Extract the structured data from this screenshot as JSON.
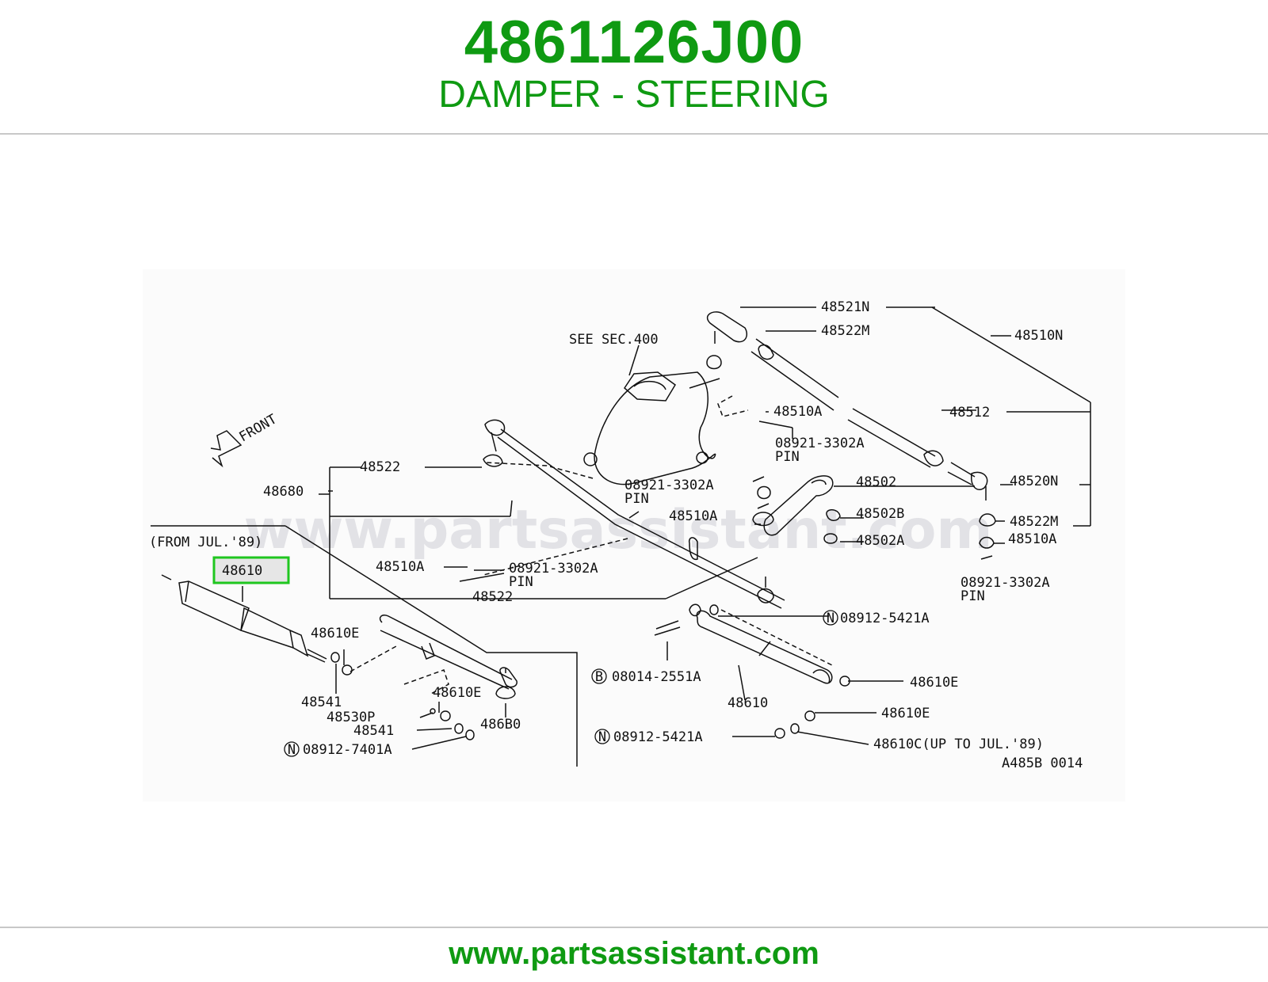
{
  "header": {
    "part_number": "4861126J00",
    "part_name": "DAMPER - STEERING"
  },
  "diagram": {
    "see_section": "SEE SEC.400",
    "front": "FRONT",
    "from_note": "(FROM JUL.'89)",
    "highlight_label": "48610",
    "drawing_code": "A485B 0014",
    "watermark": "www.partsassistant.com",
    "labels": {
      "p48521N": "48521N",
      "p48522M_top": "48522M",
      "p48510N": "48510N",
      "p48510A_1": "48510A",
      "p48512": "48512",
      "pin_1_code": "08921-3302A",
      "pin_1": "PIN",
      "p48522_top": "48522",
      "p48680": "48680",
      "pin_2_code": "08921-3302A",
      "pin_2": "PIN",
      "p48502": "48502",
      "p48510A_2": "48510A",
      "p48502B": "48502B",
      "p48502A": "48502A",
      "p48520N": "48520N",
      "p48522M_right": "48522M",
      "p48510A_right": "48510A",
      "pin_3_code": "08921-3302A",
      "pin_3": "PIN",
      "p48510A_3": "48510A",
      "pin_4_code": "08921-3302A",
      "pin_4": "PIN",
      "p48522_bottom": "48522",
      "nut_08912_5421A_top": "08912-5421A",
      "p48610E_1": "48610E",
      "p48541_1": "48541",
      "p48610E_2": "48610E",
      "p48530P": "48530P",
      "p48541_2": "48541",
      "p486B0": "486B0",
      "nut_08912_7401A": "08912-7401A",
      "bolt_08014_2551A": "08014-2551A",
      "p48610_right": "48610",
      "p48610E_3": "48610E",
      "p48610E_4": "48610E",
      "nut_08912_5421A_bottom": "08912-5421A",
      "p48610C": "48610C(UP TO JUL.'89)"
    },
    "circle_markers": {
      "n": "N",
      "b": "B"
    }
  },
  "footer": {
    "url": "www.partsassistant.com"
  },
  "colors": {
    "brand_green": "#0f9a12",
    "highlight_box": "#1fc61f",
    "rule": "#c8c8c8"
  }
}
